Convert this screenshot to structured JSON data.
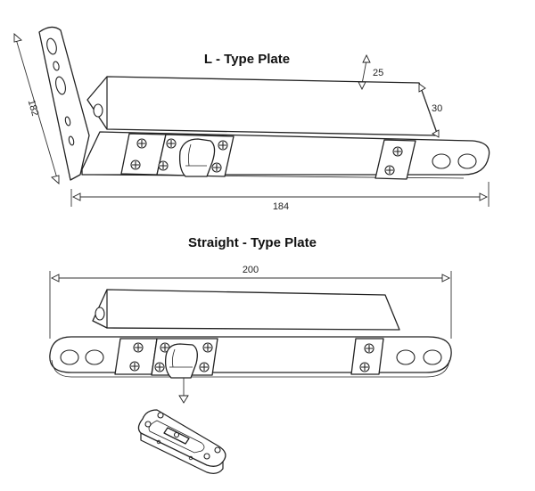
{
  "titles": {
    "l_type": "L - Type Plate",
    "straight_type": "Straight - Type Plate"
  },
  "dimensions": {
    "l_height": "182",
    "l_length": "184",
    "l_depth": "25",
    "l_width": "30",
    "straight_length": "200"
  }
}
